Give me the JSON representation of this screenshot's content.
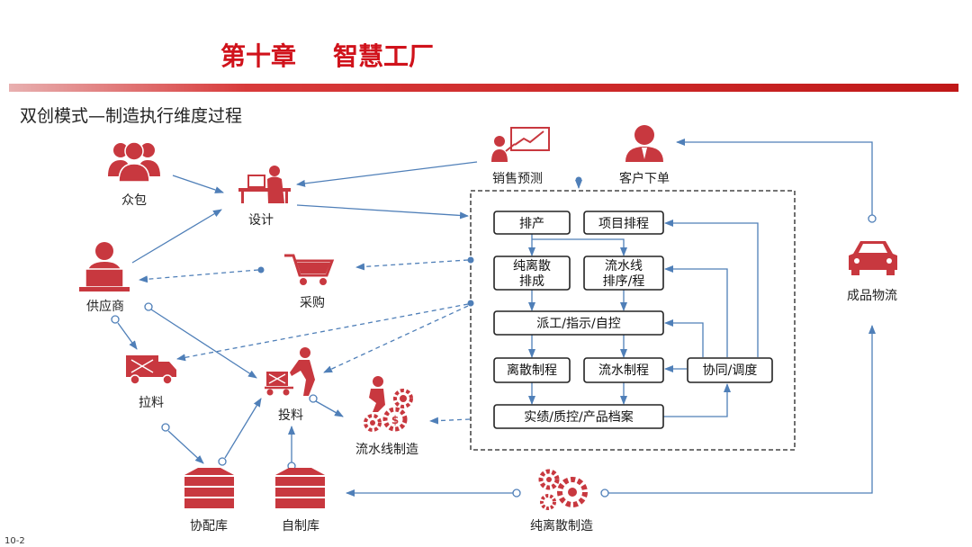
{
  "header": {
    "chapter": "第十章",
    "title": "智慧工厂"
  },
  "subtitle": "双创模式—制造执行维度过程",
  "page_number": "10-2",
  "colors": {
    "accent_red": "#c8383f",
    "edge_blue": "#4f7fb8",
    "title_red": "#d0121b"
  },
  "nodes": {
    "crowdsource": {
      "label": "众包",
      "icon": "group-people-icon"
    },
    "design": {
      "label": "设计",
      "icon": "designer-at-desk-icon"
    },
    "sales_forecast": {
      "label": "销售预测",
      "icon": "presentation-chart-icon"
    },
    "customer_order": {
      "label": "客户下单",
      "icon": "customer-person-icon"
    },
    "supplier": {
      "label": "供应商",
      "icon": "laptop-person-icon"
    },
    "purchase": {
      "label": "采购",
      "icon": "shopping-cart-icon"
    },
    "hauling": {
      "label": "拉料",
      "icon": "delivery-truck-icon"
    },
    "feeding": {
      "label": "投料",
      "icon": "hand-cart-worker-icon"
    },
    "line_mfg": {
      "label": "流水线制造",
      "icon": "gears-worker-icon"
    },
    "coop_store": {
      "label": "协配库",
      "icon": "warehouse-stack-icon"
    },
    "self_store": {
      "label": "自制库",
      "icon": "warehouse-stack-icon"
    },
    "discrete_mfg": {
      "label": "纯离散制造",
      "icon": "gears-icon"
    },
    "logistics": {
      "label": "成品物流",
      "icon": "car-icon"
    }
  },
  "boxes": {
    "scheduling": "排产",
    "project_schedule": "项目排程",
    "discrete_schedule": {
      "line1": "纯离散",
      "line2": "排成"
    },
    "line_schedule": {
      "line1": "流水线",
      "line2": "排序/程"
    },
    "dispatch": "派工/指示/自控",
    "discrete_process": "离散制程",
    "line_process": "流水制程",
    "coordination": "协同/调度",
    "archive": "实绩/质控/产品档案"
  }
}
